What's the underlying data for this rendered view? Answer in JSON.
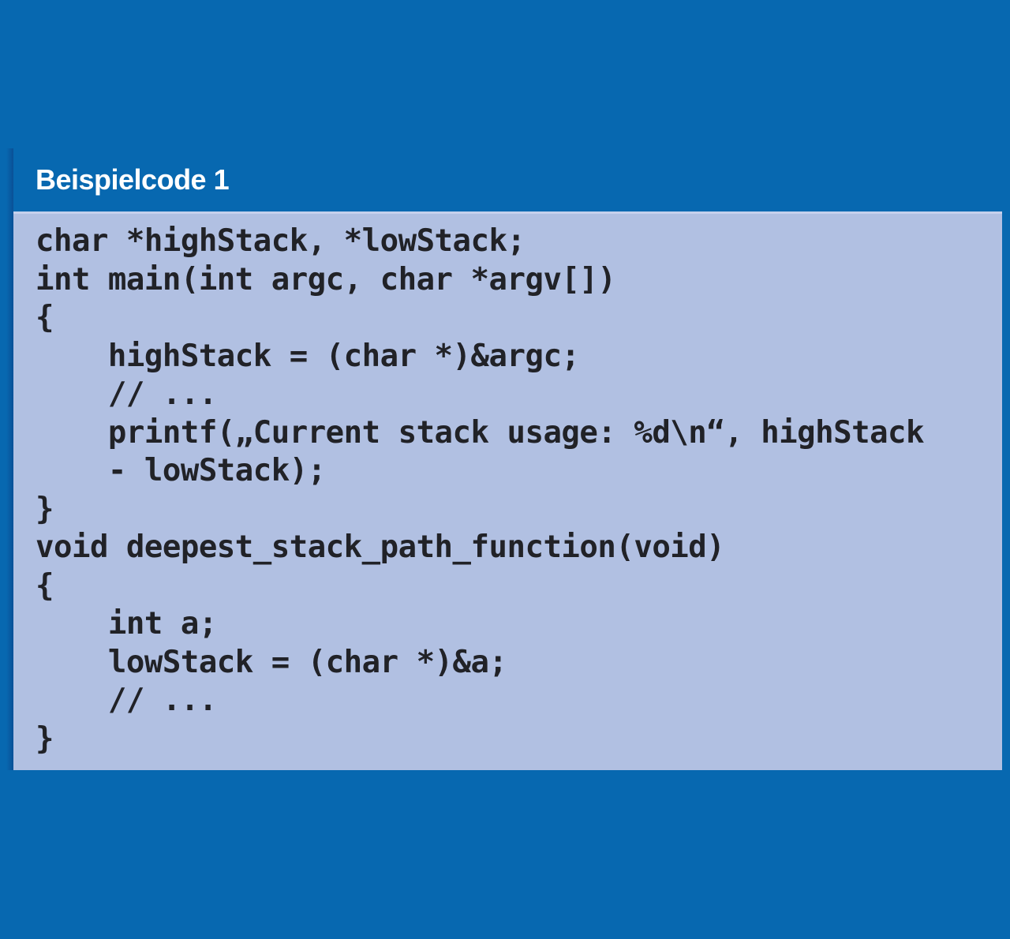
{
  "colors": {
    "background": "#0768b0",
    "panel_edge_shadow": "#0a5096",
    "code_background": "#b1c0e2",
    "code_top_edge": "#c6d1ec",
    "code_text": "#212227",
    "title_text": "#ffffff"
  },
  "panel": {
    "title": "Beispielcode 1"
  },
  "code": {
    "language": "c",
    "lines": [
      "char *highStack, *lowStack;",
      "int main(int argc, char *argv[])",
      "{",
      "    highStack = (char *)&argc;",
      "    // ...",
      "    printf(„Current stack usage: %d\\n“, highStack",
      "    - lowStack);",
      "}",
      "void deepest_stack_path_function(void)",
      "{",
      "    int a;",
      "    lowStack = (char *)&a;",
      "    // ...",
      "}"
    ]
  }
}
